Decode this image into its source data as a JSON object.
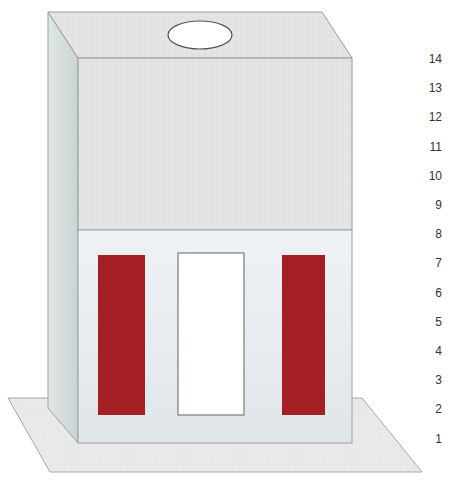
{
  "diagram": {
    "labels": [
      "14",
      "13",
      "12",
      "11",
      "10",
      "9",
      "8",
      "7",
      "6",
      "5",
      "4",
      "3",
      "2",
      "1"
    ]
  }
}
